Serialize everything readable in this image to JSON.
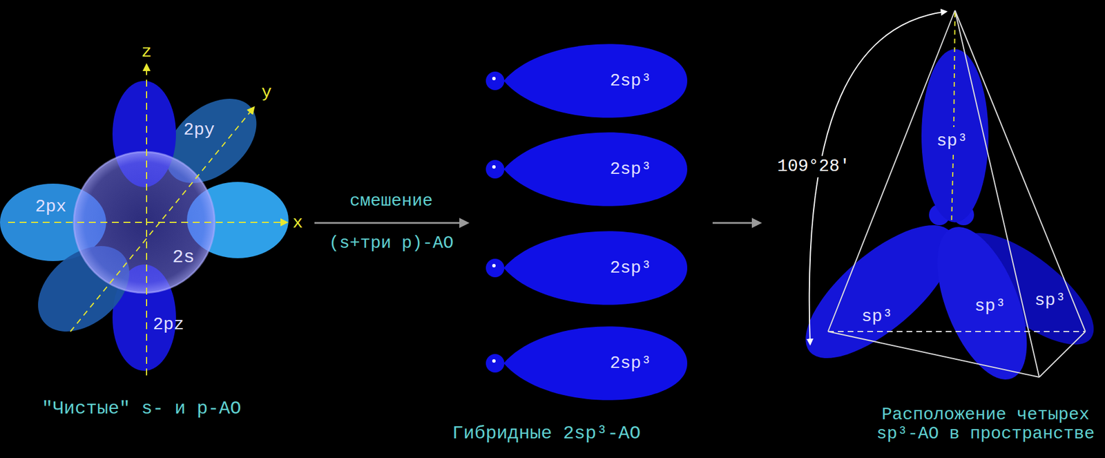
{
  "diagram": {
    "labels": [
      "z",
      "y",
      "x",
      "2px",
      "2py",
      "2s",
      "2pz",
      "\"Чистые\" s- и p-АО",
      "смешение",
      "(s+три p)-АО",
      "2sp³",
      "2sp³",
      "2sp³",
      "2sp³",
      "Гибридные 2sp³-АО",
      "109°28′",
      "sp³",
      "sp³",
      "sp³",
      "sp³",
      "Расположение четырех sp³-АО в пространстве"
    ]
  }
}
